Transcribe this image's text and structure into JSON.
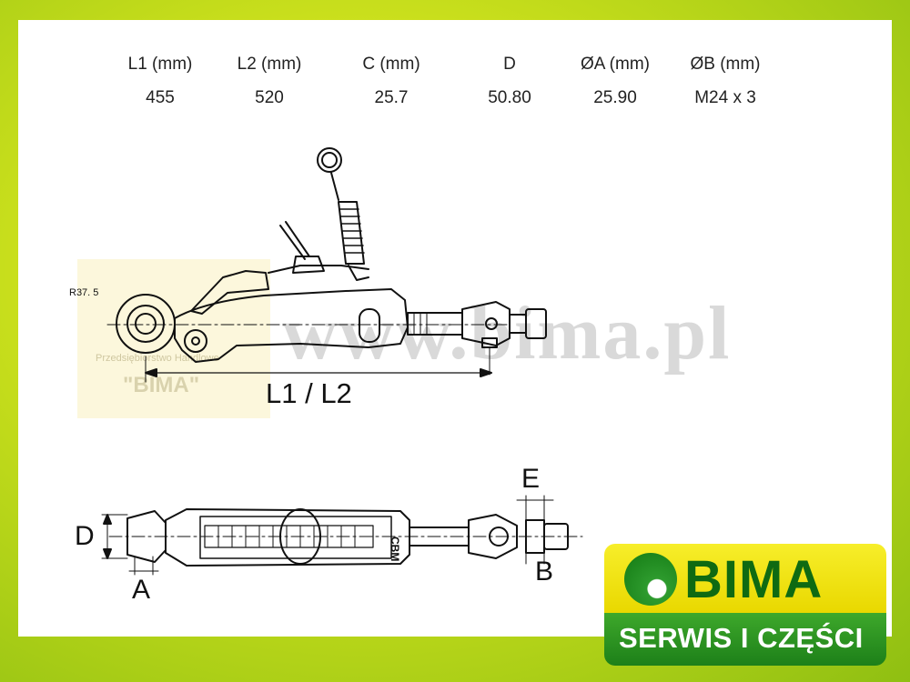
{
  "specs": {
    "headers": [
      "L1 (mm)",
      "L2 (mm)",
      "C (mm)",
      "D",
      "ØA (mm)",
      "ØB (mm)"
    ],
    "values": [
      "455",
      "520",
      "25.7",
      "50.80",
      "25.90",
      "M24 x 3"
    ]
  },
  "diagram": {
    "radius_label": "R37. 5",
    "length_label": "L1 / L2",
    "letter_d": "D",
    "letter_a": "A",
    "letter_e": "E",
    "letter_b": "B",
    "rod_marking": "CBM"
  },
  "watermark": {
    "site": "www.bima.pl",
    "company": "Przedsiębiorstwo Handlowe",
    "name": "\"BIMA\""
  },
  "logo": {
    "brand": "BIMA",
    "tagline": "SERWIS I CZĘŚCI",
    "colors": {
      "yellow": "#f1e414",
      "green": "#1d8019",
      "dark_green": "#0f6a12"
    }
  }
}
